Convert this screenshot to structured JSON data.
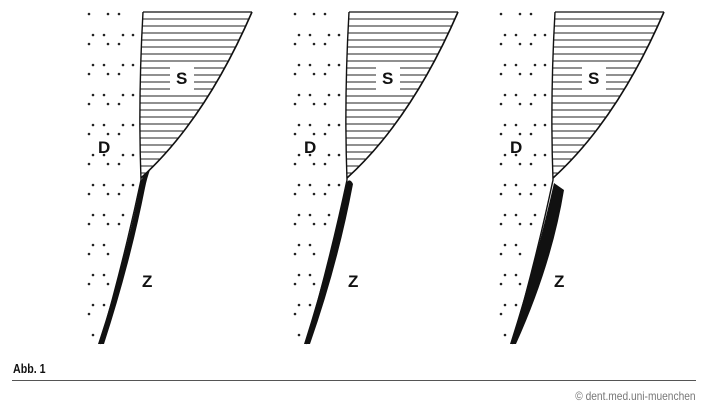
{
  "figure": {
    "panels": [
      {
        "dentin_label": "D",
        "space_label": "S",
        "zone_label": "Z",
        "thick_layer_upper_end": "curved"
      },
      {
        "dentin_label": "D",
        "space_label": "S",
        "zone_label": "Z",
        "thick_layer_upper_end": "rounded"
      },
      {
        "dentin_label": "D",
        "space_label": "S",
        "zone_label": "Z",
        "thick_layer_upper_end": "overhang"
      }
    ],
    "caption": "Abb. 1",
    "copyright": "© dent.med.uni-muenchen"
  }
}
